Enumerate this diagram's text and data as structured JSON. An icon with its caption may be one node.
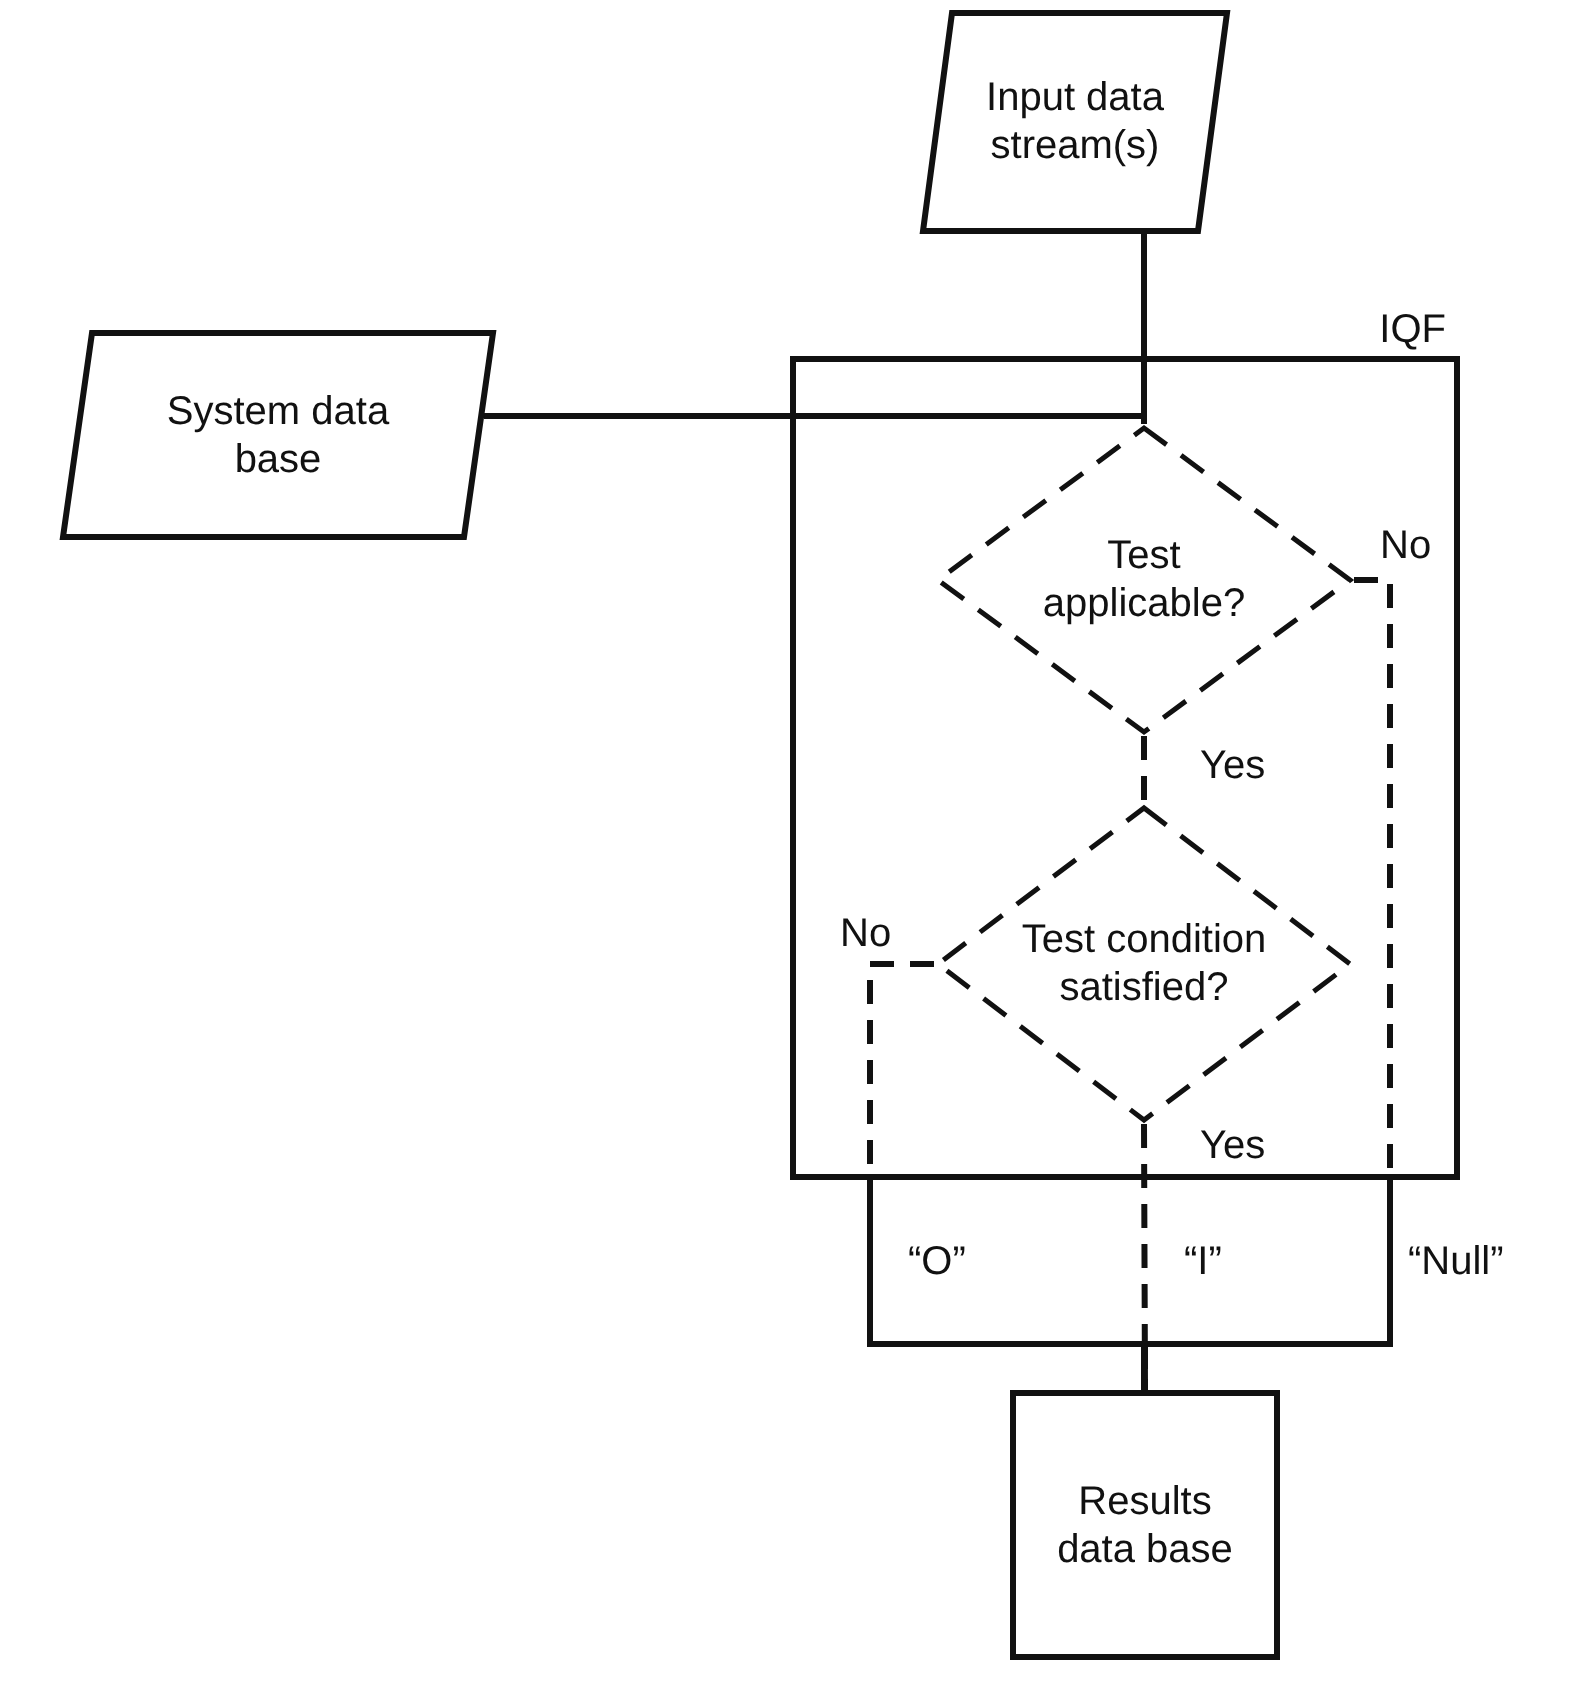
{
  "diagram": {
    "nodes": [
      {
        "text": [
          "Input data stream(s)"
        ]
      },
      {
        "text": [
          "System data base"
        ]
      },
      {
        "text": [
          "IQF"
        ]
      },
      {
        "text": [
          "Test applicable?"
        ],
        "in": 2
      },
      {
        "text": [
          "Test condition satisfied?"
        ],
        "in": 2
      },
      {
        "text": [
          "Results data base"
        ]
      }
    ],
    "edges": [
      {
        "from": 0,
        "to": 3,
        "arrow": "none"
      },
      {
        "from": 1,
        "to": 3,
        "arrow": "none"
      },
      {
        "from": 3,
        "to": 4,
        "arrow": "none",
        "label": "Yes",
        "style": "dashed"
      },
      {
        "from": 3,
        "to": 5,
        "arrow": "none",
        "label": "No",
        "style": "dashed"
      },
      {
        "from": 4,
        "to": 5,
        "arrow": "none",
        "label": "No",
        "style": "dashed"
      },
      {
        "from": 4,
        "to": 5,
        "arrow": "none",
        "label": "Yes",
        "style": "dashed"
      }
    ],
    "labels": [
      "“O”",
      "“I”",
      "“Null”"
    ]
  }
}
